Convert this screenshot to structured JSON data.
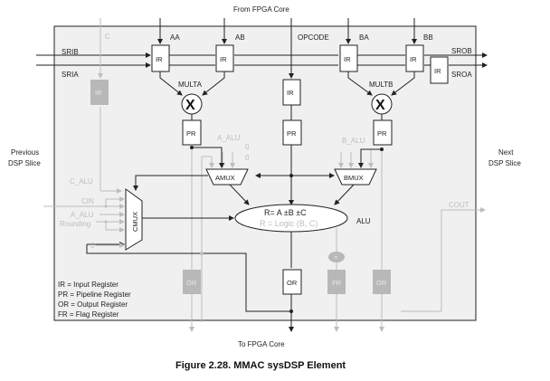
{
  "diagram": {
    "caption": "Figure 2.28. MMAC sysDSP Element",
    "top_label": "From FPGA Core",
    "bottom_label": "To FPGA Core",
    "left_side": [
      "Previous",
      "DSP Slice"
    ],
    "right_side": [
      "Next",
      "DSP Slice"
    ],
    "inputs": {
      "c": "C",
      "aa": "AA",
      "ab": "AB",
      "opcode": "OPCODE",
      "ba": "BA",
      "bb": "BB",
      "srib": "SRIB",
      "sria": "SRIA",
      "srob": "SROB",
      "sroa": "SROA"
    },
    "blocks": {
      "ir": "IR",
      "pr": "PR",
      "or": "OR",
      "fr": "FR",
      "multa": "MULTA",
      "multb": "MULTB",
      "mult_symbol": "X",
      "amux": "AMUX",
      "bmux": "BMUX",
      "cmux": "CMUX",
      "alu": "ALU",
      "alu_eq1": "R= A ±B ±C",
      "alu_eq2": "R = Logic (B, C)",
      "eq_symbol": "="
    },
    "signals": {
      "a_alu": "A_ALU",
      "b_alu": "B_ALU",
      "c_alu": "C_ALU",
      "cin": "CIN",
      "a_alu2": "A_ALU",
      "rounding": "Rounding",
      "zero": "0",
      "cout": "COUT"
    },
    "legend": [
      "IR = Input Register",
      "PR = Pipeline Register",
      "OR = Output Register",
      "FR = Flag Register"
    ],
    "colors": {
      "active": "#222222",
      "inactive": "#bdbdbd",
      "inactive_block": "#b8b8b8",
      "panel": "#f0f0f0"
    }
  }
}
